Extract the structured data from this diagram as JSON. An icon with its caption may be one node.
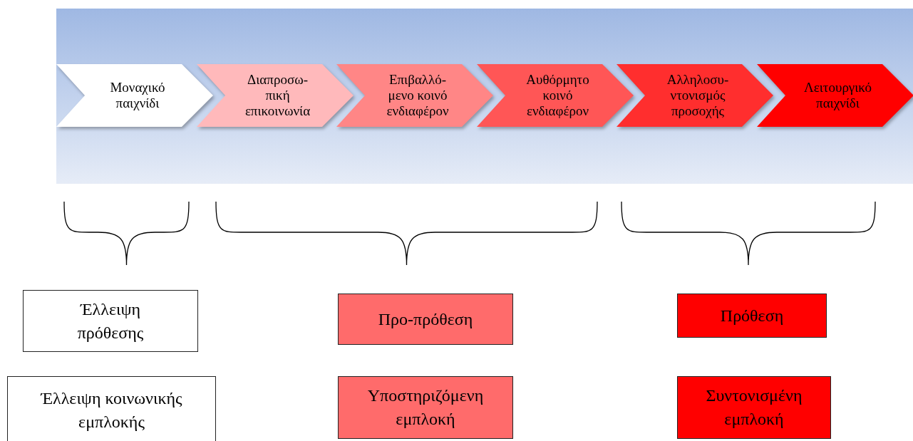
{
  "diagram": {
    "nodes": [
      {
        "text": [
          "Μοναχικό παιχνίδι"
        ]
      },
      {
        "text": [
          "Διαπροσω- πική επικοινωνία"
        ]
      },
      {
        "text": [
          "Επιβαλλό- μενο κοινό ενδιαφέρον"
        ]
      },
      {
        "text": [
          "Αυθόρμητο κοινό ενδιαφέρον"
        ]
      },
      {
        "text": [
          "Αλληλοσυ- ντονισμός προσοχής"
        ]
      },
      {
        "text": [
          "Λειτουργικό παιχνίδι"
        ]
      },
      {
        "text": [
          "Έλλειψη πρόθεσης"
        ]
      },
      {
        "text": [
          "Προ-πρόθεση"
        ]
      },
      {
        "text": [
          "Πρόθεση"
        ]
      },
      {
        "text": [
          "Έλλειψη κοινωνικής εμπλοκής"
        ]
      },
      {
        "text": [
          "Υποστηριζόμενη εμπλοκή"
        ]
      },
      {
        "text": [
          "Συντονισμένη εμπλοκή"
        ]
      }
    ]
  }
}
